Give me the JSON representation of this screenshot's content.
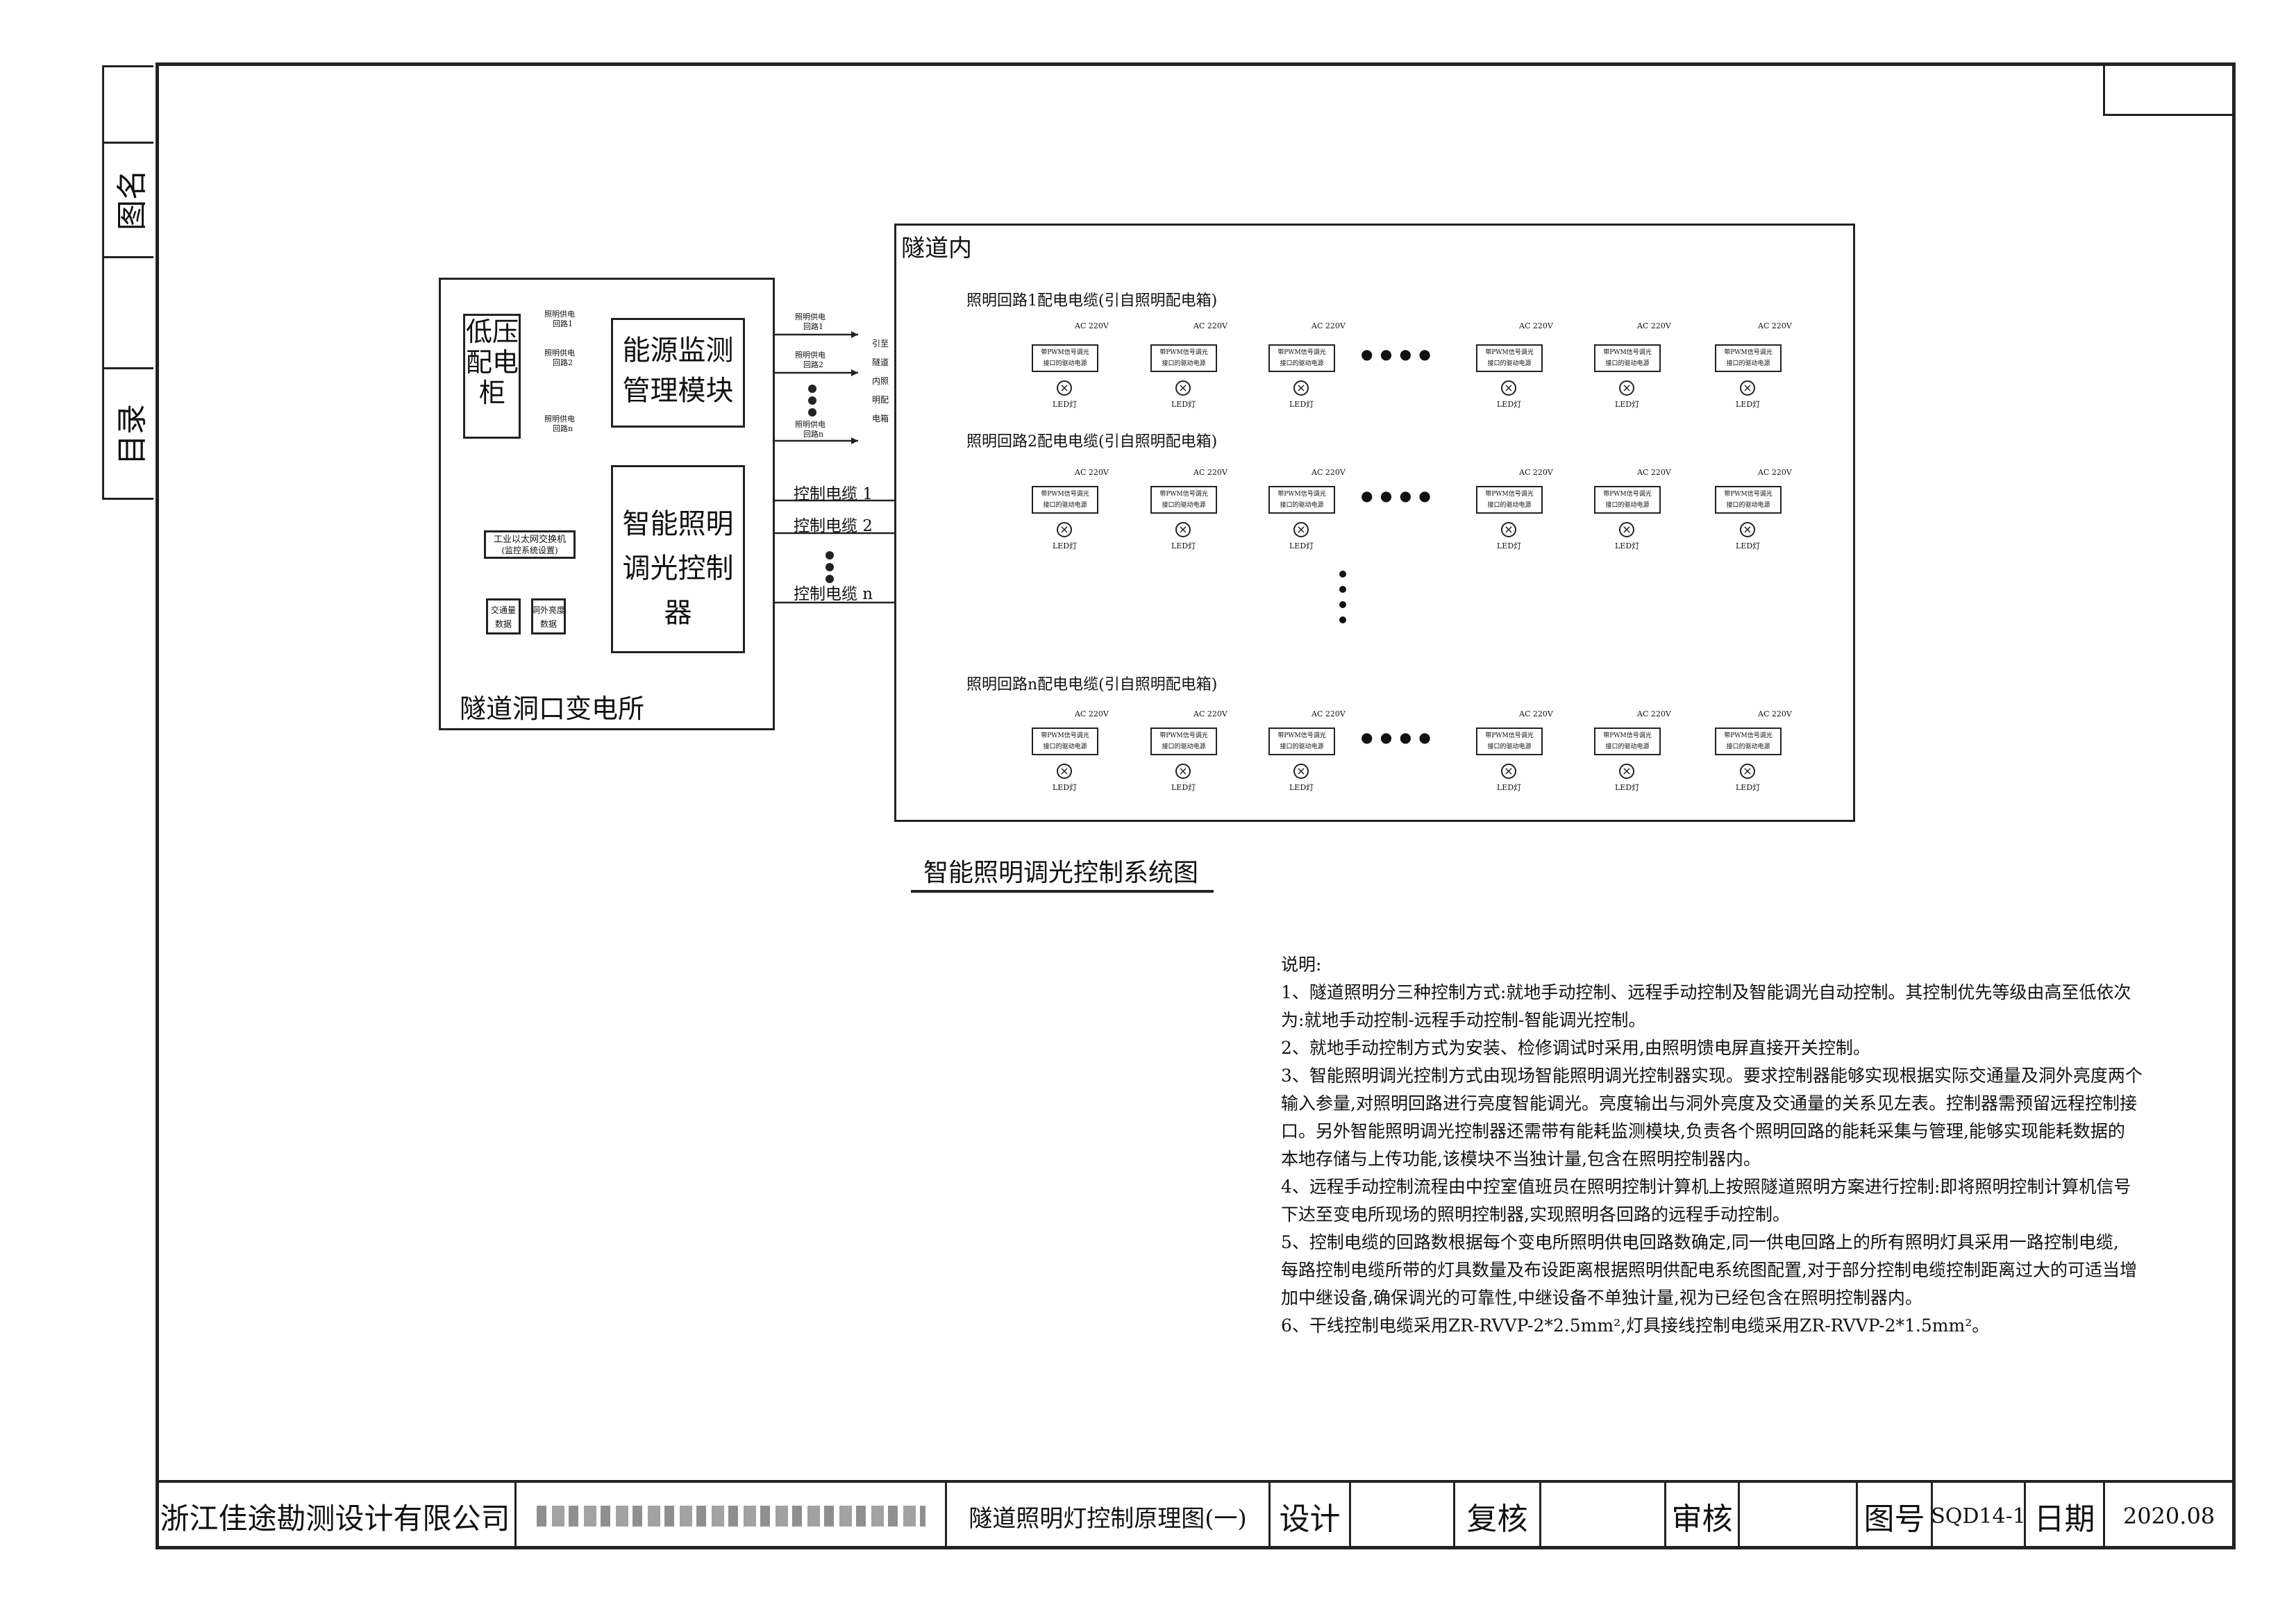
{
  "sidebar": {
    "drawing_name_label": "图名",
    "contents_label": "目录"
  },
  "substation": {
    "label": "隧道洞口变电所",
    "lv_cabinet": "低压配电柜",
    "energy_module": [
      "能源监测",
      "管理模块"
    ],
    "controller": [
      "智能照明",
      "调光控制",
      "器"
    ],
    "switch": [
      "工业以太网交换机",
      "(监控系统设置)"
    ],
    "traffic_data": [
      "交通量",
      "数据"
    ],
    "brightness_data": [
      "洞外亮度",
      "数据"
    ],
    "supply_in": [
      [
        "照明供电",
        "回路1"
      ],
      [
        "照明供电",
        "回路2"
      ],
      [
        "照明供电",
        "回路n"
      ]
    ],
    "supply_out": [
      [
        "照明供电",
        "回路1"
      ],
      [
        "照明供电",
        "回路2"
      ],
      [
        "照明供电",
        "回路n"
      ]
    ],
    "lead_to": [
      "引至",
      "隧道",
      "内照",
      "明配",
      "电箱"
    ],
    "control_cables": [
      "控制电缆 1",
      "控制电缆 2",
      "控制电缆 n"
    ]
  },
  "tunnel": {
    "label": "隧道内",
    "circuits": [
      "照明回路1配电电缆(引自照明配电箱)",
      "照明回路2配电电缆(引自照明配电箱)",
      "照明回路n配电电缆(引自照明配电箱)"
    ],
    "voltage": "AC 220V",
    "driver": [
      "带PWM信号调光",
      "接口的驱动电源"
    ],
    "lamp": "LED灯",
    "ellipsis": "● ● ● ●"
  },
  "diagram_title": "智能照明调光控制系统图",
  "notes": {
    "heading": "说明:",
    "lines": [
      "1、隧道照明分三种控制方式:就地手动控制、远程手动控制及智能调光自动控制。其控制优先等级由高至低依次",
      "为:就地手动控制-远程手动控制-智能调光控制。",
      "2、就地手动控制方式为安装、检修调试时采用,由照明馈电屏直接开关控制。",
      "3、智能照明调光控制方式由现场智能照明调光控制器实现。要求控制器能够实现根据实际交通量及洞外亮度两个",
      "输入参量,对照明回路进行亮度智能调光。亮度输出与洞外亮度及交通量的关系见左表。控制器需预留远程控制接",
      "口。另外智能照明调光控制器还需带有能耗监测模块,负责各个照明回路的能耗采集与管理,能够实现能耗数据的",
      "本地存储与上传功能,该模块不当独计量,包含在照明控制器内。",
      "4、远程手动控制流程由中控室值班员在照明控制计算机上按照隧道照明方案进行控制:即将照明控制计算机信号",
      "下达至变电所现场的照明控制器,实现照明各回路的远程手动控制。",
      "5、控制电缆的回路数根据每个变电所照明供电回路数确定,同一供电回路上的所有照明灯具采用一路控制电缆,",
      "每路控制电缆所带的灯具数量及布设距离根据照明供配电系统图配置,对于部分控制电缆控制距离过大的可适当增",
      "加中继设备,确保调光的可靠性,中继设备不单独计量,视为已经包含在照明控制器内。",
      "6、干线控制电缆采用ZR-RVVP-2*2.5mm²,灯具接线控制电缆采用ZR-RVVP-2*1.5mm²。"
    ]
  },
  "title_block": {
    "company": "浙江佳途勘测设计有限公司",
    "drawing_title": "隧道照明灯控制原理图(一)",
    "design_label": "设计",
    "review_label": "复核",
    "approve_label": "审核",
    "drawing_no_label": "图号",
    "drawing_no": "SQD14-1",
    "date_label": "日期",
    "date": "2020.08"
  }
}
